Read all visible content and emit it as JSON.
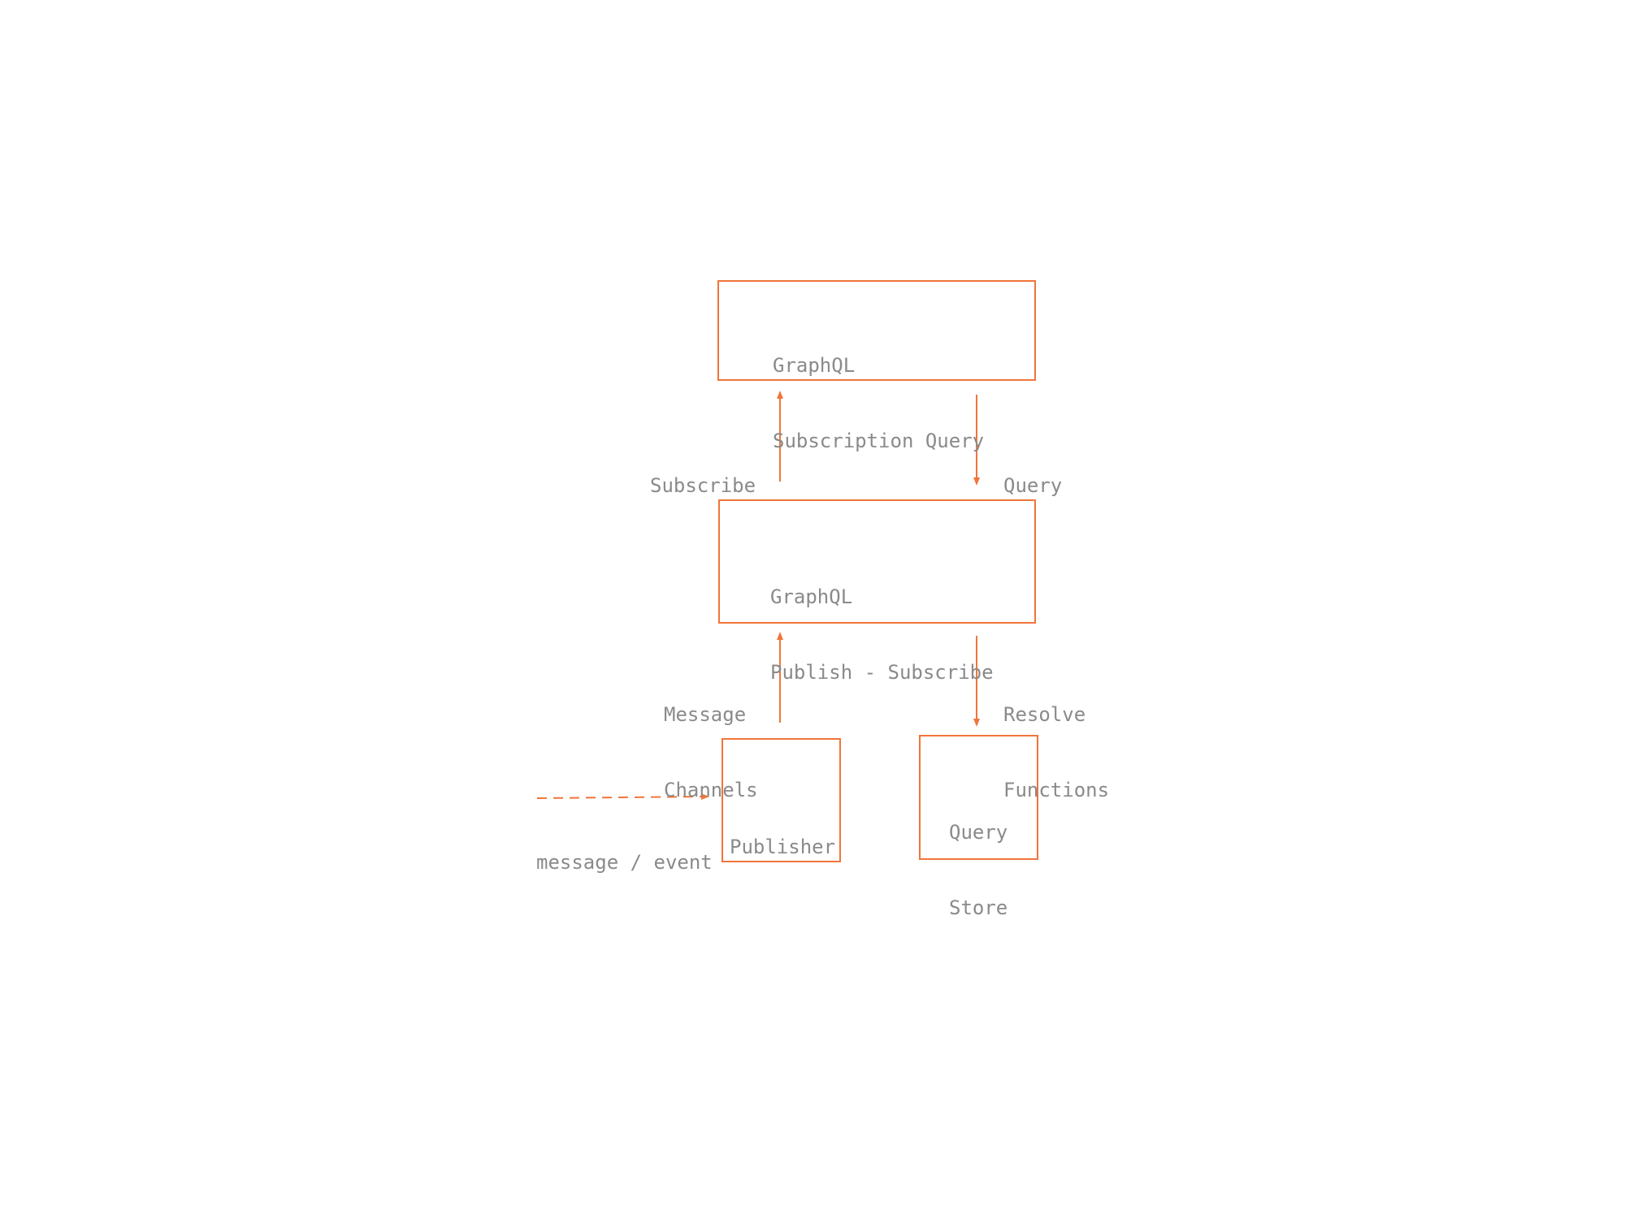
{
  "colors": {
    "accent": "#f0753a",
    "text": "#8a8a8a",
    "background": "#ffffff"
  },
  "nodes": {
    "subscription_query": {
      "line1": "GraphQL",
      "line2": "Subscription Query"
    },
    "publish_subscribe": {
      "line1": "GraphQL",
      "line2": "Publish - Subscribe"
    },
    "publisher": {
      "line1": "Publisher"
    },
    "query_store": {
      "line1": "Query",
      "line2": "Store"
    }
  },
  "edges": {
    "subscribe": {
      "label": "Subscribe"
    },
    "query": {
      "label": "Query"
    },
    "message_channels": {
      "line1": "Message",
      "line2": "Channels"
    },
    "resolve_functions": {
      "line1": "Resolve",
      "line2": "Functions"
    },
    "message_event": {
      "label": "message / event"
    }
  }
}
